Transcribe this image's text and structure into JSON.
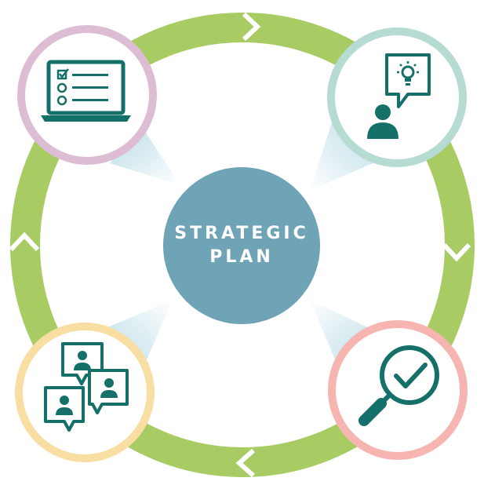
{
  "center": {
    "line1": "STRATEGIC",
    "line2": "PLAN"
  },
  "colors": {
    "ring": "#a9cb63",
    "center_fill": "#6fa3b6",
    "icon": "#16706a",
    "node_top_left_ring": "#dcbdd3",
    "node_top_right_ring": "#b5dbd3",
    "node_bottom_left_ring": "#f8dea3",
    "node_bottom_right_ring": "#f6b5b0",
    "connector": "#c5e0ea"
  },
  "nodes": [
    {
      "position": "top-left",
      "icon": "laptop-checklist-icon"
    },
    {
      "position": "top-right",
      "icon": "person-idea-icon"
    },
    {
      "position": "bottom-left",
      "icon": "team-chat-icon"
    },
    {
      "position": "bottom-right",
      "icon": "magnifier-check-icon"
    }
  ]
}
